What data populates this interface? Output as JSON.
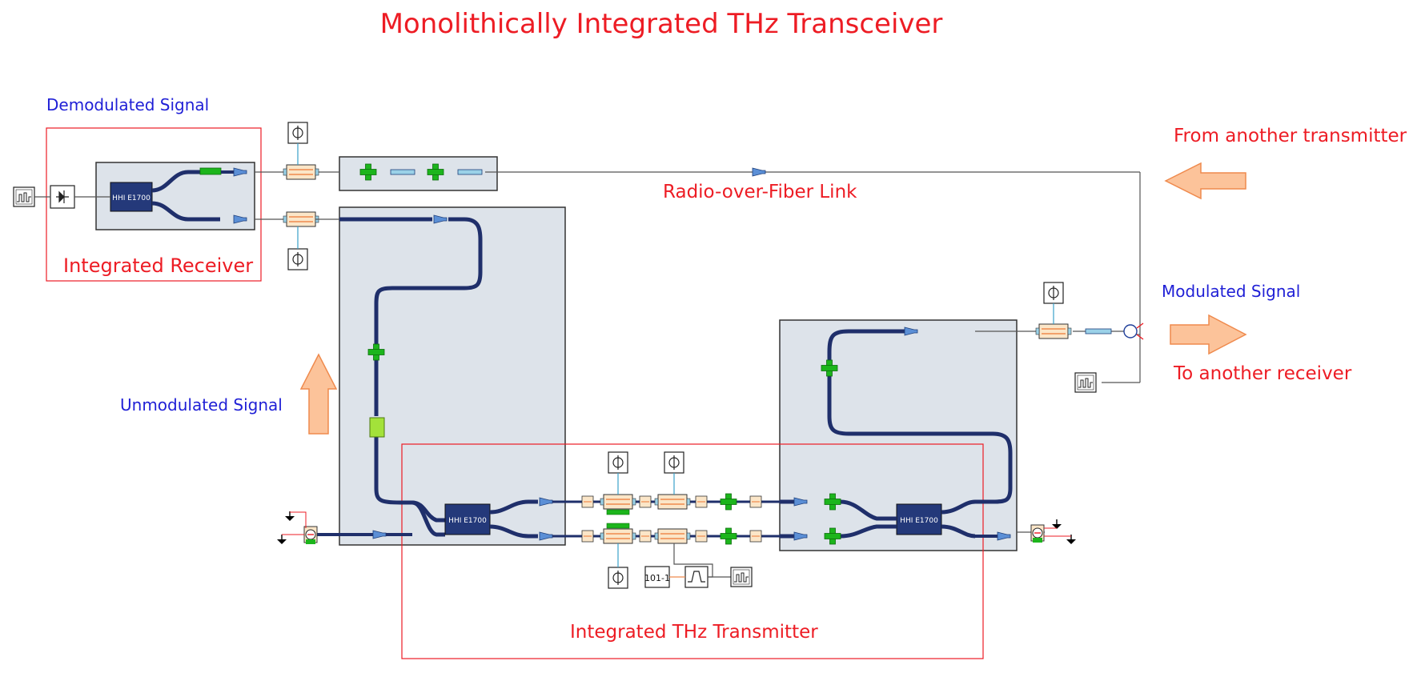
{
  "title": "Monolithically Integrated THz Transceiver",
  "labels": {
    "demodulated_signal": "Demodulated Signal",
    "integrated_receiver": "Integrated Receiver",
    "radio_over_fiber_link": "Radio-over-Fiber Link",
    "from_another_transmitter": "From another transmitter",
    "modulated_signal": "Modulated Signal",
    "to_another_receiver": "To another receiver",
    "unmodulated_signal": "Unmodulated Signal",
    "integrated_thz_transmitter": "Integrated THz Transmitter"
  },
  "chips": {
    "receiver_chip": "HHI E1700",
    "transmitter_chip_left": "HHI E1700",
    "transmitter_chip_right": "HHI E1700"
  },
  "sources": {
    "bit_sequence": "101-1"
  },
  "colors": {
    "label_red": "#ed1c24",
    "label_blue": "#1f1fd6",
    "chip_fill": "#24397a",
    "panel_fill": "#dde3ea",
    "arrow_fill": "#fcc39a",
    "arrow_stroke": "#ef8a4d",
    "waveguide": "#1f2f6b",
    "coupler_green": "#1cb51c"
  }
}
